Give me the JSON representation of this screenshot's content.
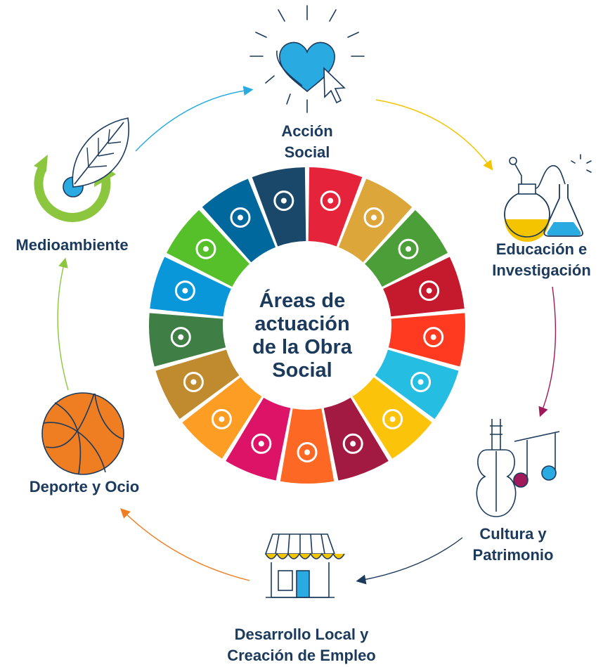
{
  "center_title": [
    "Áreas de",
    "actuación",
    "de la Obra",
    "Social"
  ],
  "areas": [
    {
      "id": "accion-social",
      "lines": [
        "Acción",
        "Social"
      ],
      "icon": "heart-cursor-icon"
    },
    {
      "id": "educacion",
      "lines": [
        "Educación e",
        "Investigación"
      ],
      "icon": "flask-icon"
    },
    {
      "id": "cultura",
      "lines": [
        "Cultura y",
        "Patrimonio"
      ],
      "icon": "violin-music-icon"
    },
    {
      "id": "desarrollo",
      "lines": [
        "Desarrollo Local y",
        "Creación de Empleo"
      ],
      "icon": "shop-icon"
    },
    {
      "id": "deporte",
      "lines": [
        "Deporte y Ocio"
      ],
      "icon": "basketball-icon"
    },
    {
      "id": "medioambiente",
      "lines": [
        "Medioambiente"
      ],
      "icon": "leaf-recycle-icon"
    }
  ],
  "arrow_colors": [
    "#f5c400",
    "#a0195a",
    "#1b3a5c",
    "#ef7d22",
    "#8cc63f",
    "#29abe2"
  ],
  "sdg_wheel": {
    "segments": [
      {
        "goal": 1,
        "color": "#e5243b",
        "icon": "family-icon"
      },
      {
        "goal": 2,
        "color": "#dda63a",
        "icon": "bowl-icon"
      },
      {
        "goal": 3,
        "color": "#4c9f38",
        "icon": "heartbeat-icon"
      },
      {
        "goal": 4,
        "color": "#c5192d",
        "icon": "book-icon"
      },
      {
        "goal": 5,
        "color": "#ff3a21",
        "icon": "gender-icon"
      },
      {
        "goal": 6,
        "color": "#26bde2",
        "icon": "water-drop-icon"
      },
      {
        "goal": 7,
        "color": "#fcc30b",
        "icon": "sun-power-icon"
      },
      {
        "goal": 8,
        "color": "#a21942",
        "icon": "growth-chart-icon"
      },
      {
        "goal": 9,
        "color": "#fd6925",
        "icon": "cubes-icon"
      },
      {
        "goal": 10,
        "color": "#dd1367",
        "icon": "equality-arrows-icon"
      },
      {
        "goal": 11,
        "color": "#fd9d24",
        "icon": "city-icon"
      },
      {
        "goal": 12,
        "color": "#bf8b2e",
        "icon": "infinity-icon"
      },
      {
        "goal": 13,
        "color": "#3f7e44",
        "icon": "eye-globe-icon"
      },
      {
        "goal": 14,
        "color": "#0a97d9",
        "icon": "fish-icon"
      },
      {
        "goal": 15,
        "color": "#56c02b",
        "icon": "tree-bird-icon"
      },
      {
        "goal": 16,
        "color": "#00689d",
        "icon": "dove-gavel-icon"
      },
      {
        "goal": 17,
        "color": "#19486a",
        "icon": "rings-icon"
      }
    ]
  }
}
